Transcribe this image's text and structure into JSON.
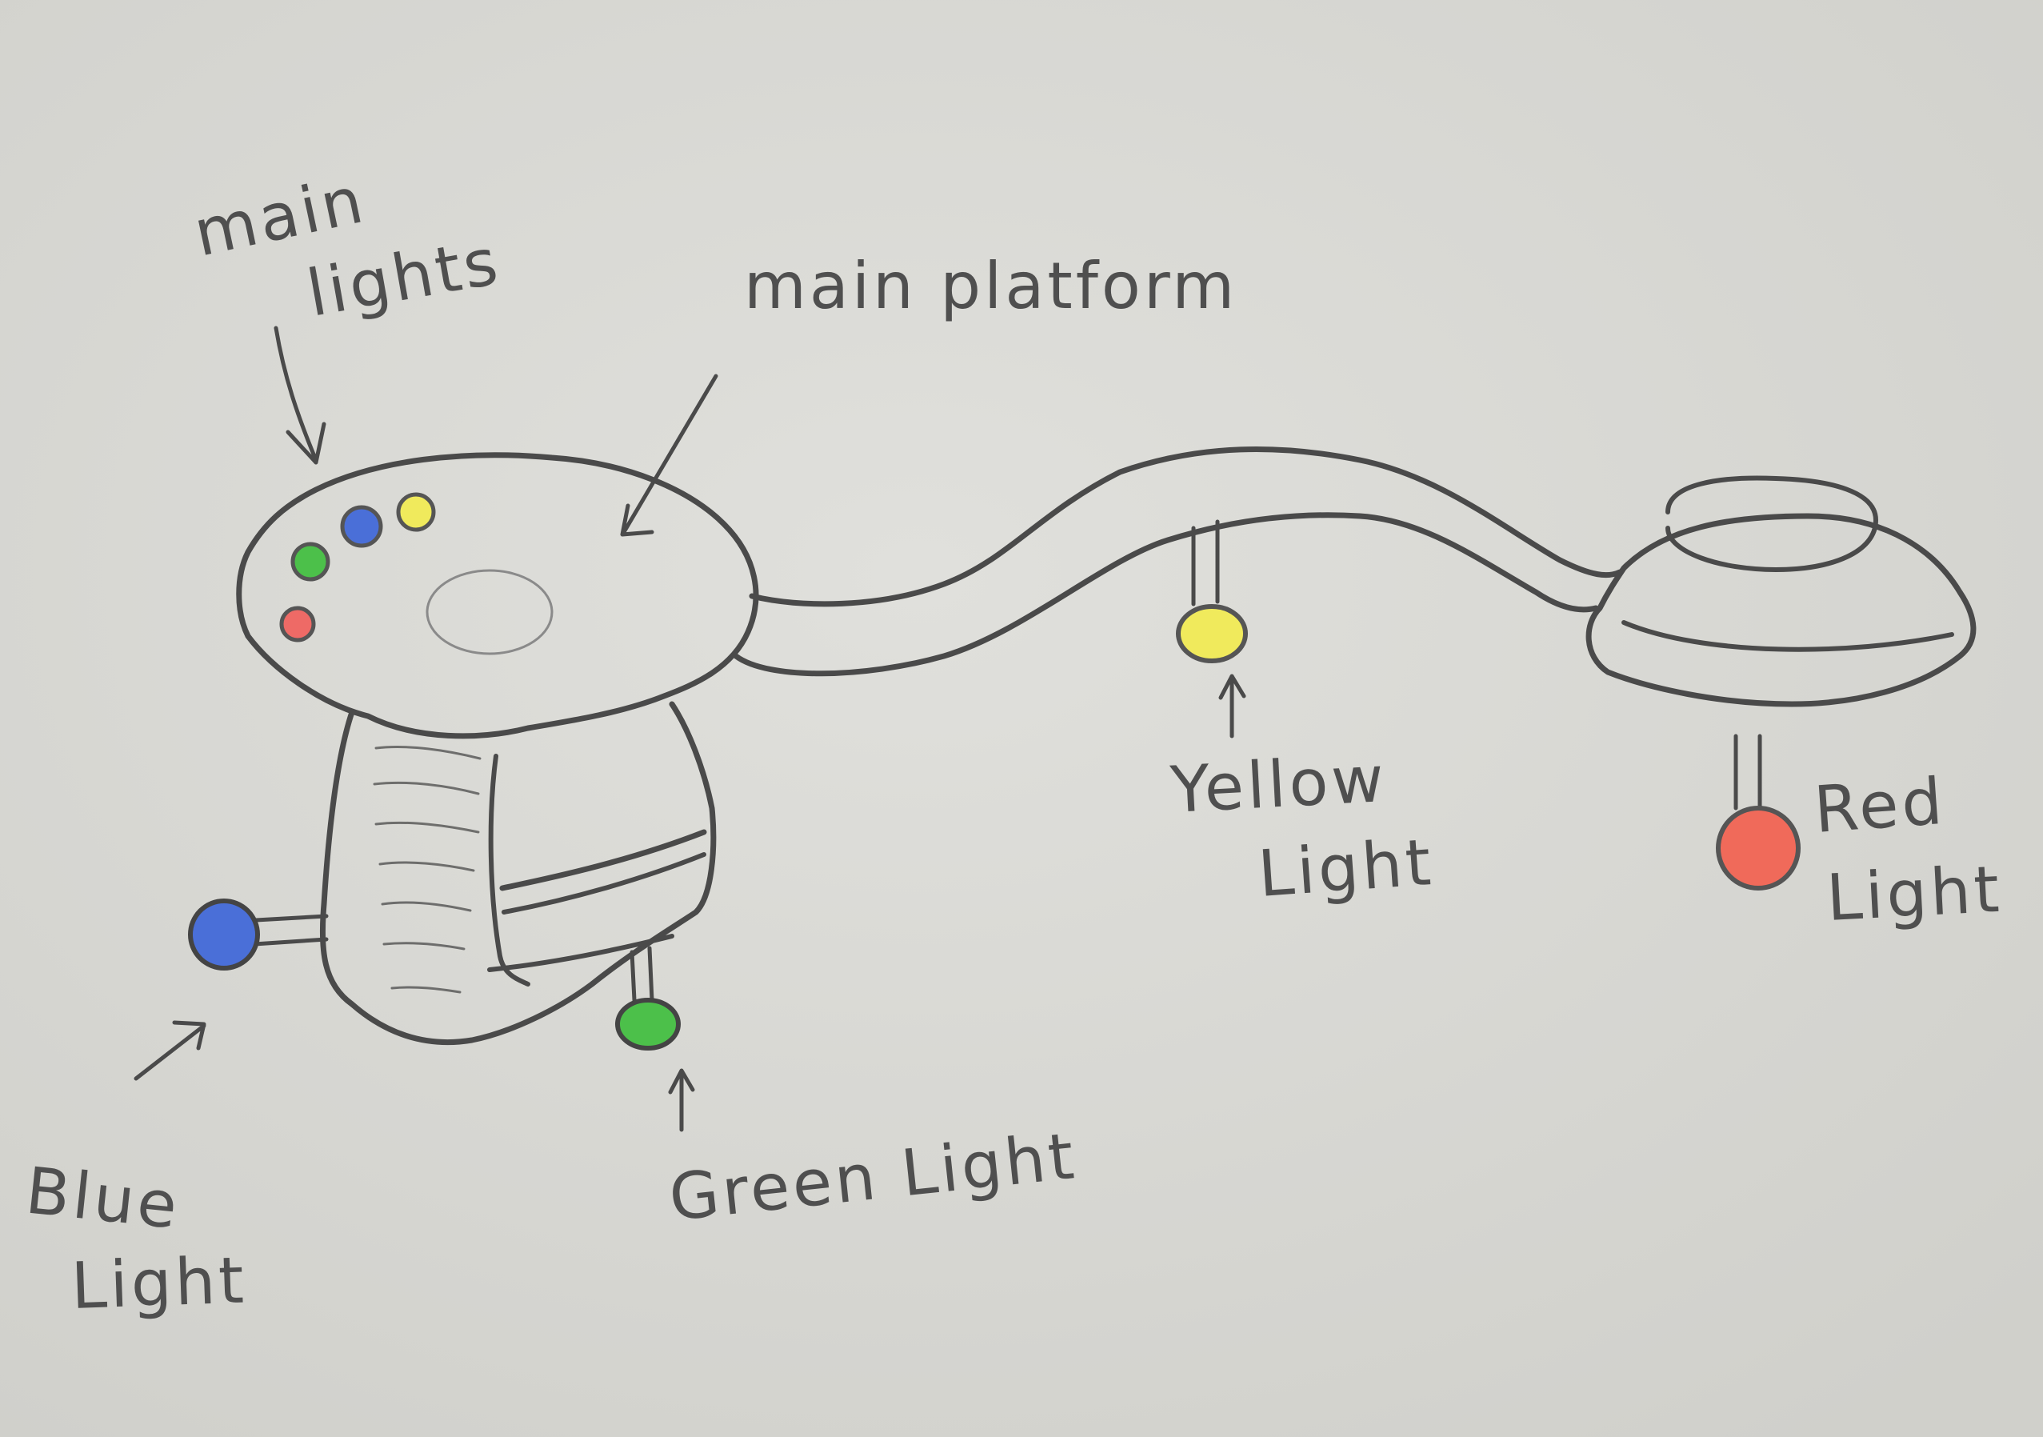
{
  "labels": {
    "main_lights": [
      "main",
      "lights"
    ],
    "main_platform": "main platform",
    "yellow_light": [
      "Yellow",
      "Light"
    ],
    "red_light": [
      "Red",
      "Light"
    ],
    "blue_light": [
      "Blue",
      "Light"
    ],
    "green_light": "Green Light"
  },
  "colors": {
    "paper": "#dcdcd7",
    "pencil": "#4a4a4a",
    "blue": "#4a6fd8",
    "green": "#4cc04a",
    "yellow": "#f0ea5c",
    "red": "#f06a5a",
    "red_small": "#ee6a66"
  }
}
